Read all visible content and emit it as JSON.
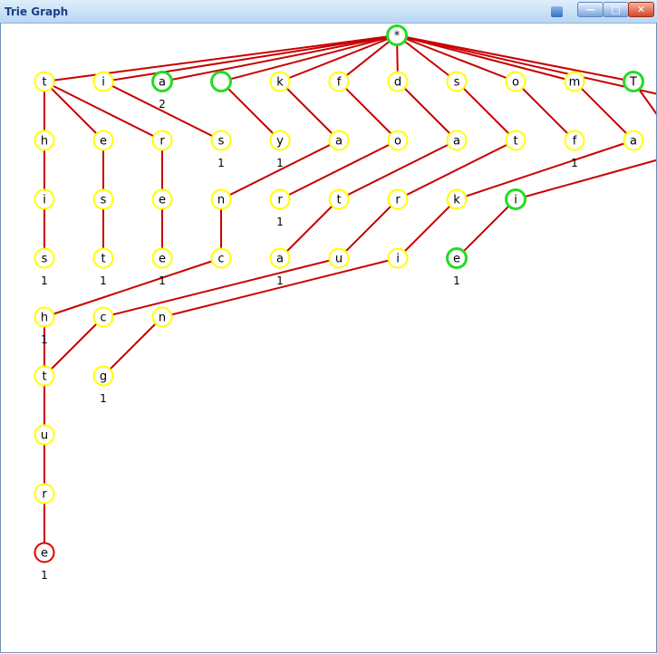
{
  "window": {
    "title": "Trie Graph",
    "minimize_glyph": "—",
    "maximize_glyph": "□",
    "close_glyph": "✕",
    "pin_icon": "pin-icon"
  },
  "colors": {
    "edge": "#c80000",
    "node_fill": "#ffffff",
    "node_yellow": "#ffff00",
    "node_green": "#22dd22",
    "node_red": "#dd0000"
  },
  "trie": {
    "nodes": [
      {
        "id": "root",
        "label": "*",
        "status": "green",
        "count": ""
      },
      {
        "id": "t1",
        "label": "t",
        "status": "yellow",
        "count": ""
      },
      {
        "id": "i1",
        "label": "i",
        "status": "yellow",
        "count": ""
      },
      {
        "id": "a1",
        "label": "a",
        "status": "green",
        "count": "2"
      },
      {
        "id": "b1",
        "label": "",
        "status": "green",
        "count": ""
      },
      {
        "id": "k1",
        "label": "k",
        "status": "yellow",
        "count": ""
      },
      {
        "id": "f1",
        "label": "f",
        "status": "yellow",
        "count": ""
      },
      {
        "id": "d1",
        "label": "d",
        "status": "yellow",
        "count": ""
      },
      {
        "id": "s1",
        "label": "s",
        "status": "yellow",
        "count": ""
      },
      {
        "id": "o1",
        "label": "o",
        "status": "yellow",
        "count": ""
      },
      {
        "id": "m1",
        "label": "m",
        "status": "yellow",
        "count": ""
      },
      {
        "id": "T1",
        "label": "T",
        "status": "green",
        "count": ""
      },
      {
        "id": "h2",
        "label": "h",
        "status": "yellow",
        "count": ""
      },
      {
        "id": "e2",
        "label": "e",
        "status": "yellow",
        "count": ""
      },
      {
        "id": "r2",
        "label": "r",
        "status": "yellow",
        "count": ""
      },
      {
        "id": "s2",
        "label": "s",
        "status": "yellow",
        "count": "1"
      },
      {
        "id": "y2",
        "label": "y",
        "status": "yellow",
        "count": "1"
      },
      {
        "id": "a2",
        "label": "a",
        "status": "yellow",
        "count": ""
      },
      {
        "id": "o2",
        "label": "o",
        "status": "yellow",
        "count": ""
      },
      {
        "id": "a2b",
        "label": "a",
        "status": "yellow",
        "count": ""
      },
      {
        "id": "t2",
        "label": "t",
        "status": "yellow",
        "count": ""
      },
      {
        "id": "f2",
        "label": "f",
        "status": "yellow",
        "count": "1"
      },
      {
        "id": "a2c",
        "label": "a",
        "status": "yellow",
        "count": ""
      },
      {
        "id": "i3",
        "label": "i",
        "status": "yellow",
        "count": ""
      },
      {
        "id": "s3",
        "label": "s",
        "status": "yellow",
        "count": ""
      },
      {
        "id": "e3",
        "label": "e",
        "status": "yellow",
        "count": ""
      },
      {
        "id": "n3",
        "label": "n",
        "status": "yellow",
        "count": ""
      },
      {
        "id": "r3",
        "label": "r",
        "status": "yellow",
        "count": "1"
      },
      {
        "id": "t3",
        "label": "t",
        "status": "yellow",
        "count": ""
      },
      {
        "id": "r3b",
        "label": "r",
        "status": "yellow",
        "count": ""
      },
      {
        "id": "k3",
        "label": "k",
        "status": "yellow",
        "count": ""
      },
      {
        "id": "i3b",
        "label": "i",
        "status": "green",
        "count": ""
      },
      {
        "id": "s4",
        "label": "s",
        "status": "yellow",
        "count": "1"
      },
      {
        "id": "t4",
        "label": "t",
        "status": "yellow",
        "count": "1"
      },
      {
        "id": "e4",
        "label": "e",
        "status": "yellow",
        "count": "1"
      },
      {
        "id": "c4",
        "label": "c",
        "status": "yellow",
        "count": ""
      },
      {
        "id": "a4",
        "label": "a",
        "status": "yellow",
        "count": "1"
      },
      {
        "id": "u4",
        "label": "u",
        "status": "yellow",
        "count": ""
      },
      {
        "id": "i4",
        "label": "i",
        "status": "yellow",
        "count": ""
      },
      {
        "id": "e4b",
        "label": "e",
        "status": "green",
        "count": "1"
      },
      {
        "id": "h5",
        "label": "h",
        "status": "yellow",
        "count": "1"
      },
      {
        "id": "c5",
        "label": "c",
        "status": "yellow",
        "count": ""
      },
      {
        "id": "n5",
        "label": "n",
        "status": "yellow",
        "count": ""
      },
      {
        "id": "t6",
        "label": "t",
        "status": "yellow",
        "count": ""
      },
      {
        "id": "g6",
        "label": "g",
        "status": "yellow",
        "count": "1"
      },
      {
        "id": "u7",
        "label": "u",
        "status": "yellow",
        "count": ""
      },
      {
        "id": "r8",
        "label": "r",
        "status": "yellow",
        "count": ""
      },
      {
        "id": "e9",
        "label": "e",
        "status": "red",
        "count": "1"
      }
    ],
    "edges": [
      [
        "root",
        "t1"
      ],
      [
        "root",
        "i1"
      ],
      [
        "root",
        "a1"
      ],
      [
        "root",
        "b1"
      ],
      [
        "root",
        "k1"
      ],
      [
        "root",
        "f1"
      ],
      [
        "root",
        "d1"
      ],
      [
        "root",
        "s1"
      ],
      [
        "root",
        "o1"
      ],
      [
        "root",
        "m1"
      ],
      [
        "root",
        "T1"
      ],
      [
        "root",
        "offR"
      ],
      [
        "t1",
        "h2"
      ],
      [
        "t1",
        "e2"
      ],
      [
        "t1",
        "r2"
      ],
      [
        "i1",
        "s2"
      ],
      [
        "b1",
        "y2"
      ],
      [
        "k1",
        "a2"
      ],
      [
        "f1",
        "o2"
      ],
      [
        "d1",
        "a2b"
      ],
      [
        "s1",
        "t2"
      ],
      [
        "o1",
        "f2"
      ],
      [
        "m1",
        "a2c"
      ],
      [
        "T1",
        "offR1"
      ],
      [
        "h2",
        "i3"
      ],
      [
        "e2",
        "s3"
      ],
      [
        "r2",
        "e3"
      ],
      [
        "a2",
        "n3"
      ],
      [
        "o2",
        "r3"
      ],
      [
        "a2b",
        "t3"
      ],
      [
        "t2",
        "r3b"
      ],
      [
        "a2c",
        "k3"
      ],
      [
        "offR2",
        "i3b"
      ],
      [
        "i3",
        "s4"
      ],
      [
        "s3",
        "t4"
      ],
      [
        "e3",
        "e4"
      ],
      [
        "n3",
        "c4"
      ],
      [
        "t3",
        "a4"
      ],
      [
        "r3b",
        "u4"
      ],
      [
        "k3",
        "i4"
      ],
      [
        "i3b",
        "e4b"
      ],
      [
        "c4",
        "h5"
      ],
      [
        "u4",
        "c5"
      ],
      [
        "i4",
        "n5"
      ],
      [
        "h5",
        "t6"
      ],
      [
        "n5",
        "g6"
      ],
      [
        "c5",
        "t6"
      ],
      [
        "t6",
        "u7"
      ],
      [
        "u7",
        "r8"
      ],
      [
        "r8",
        "e9"
      ]
    ]
  }
}
